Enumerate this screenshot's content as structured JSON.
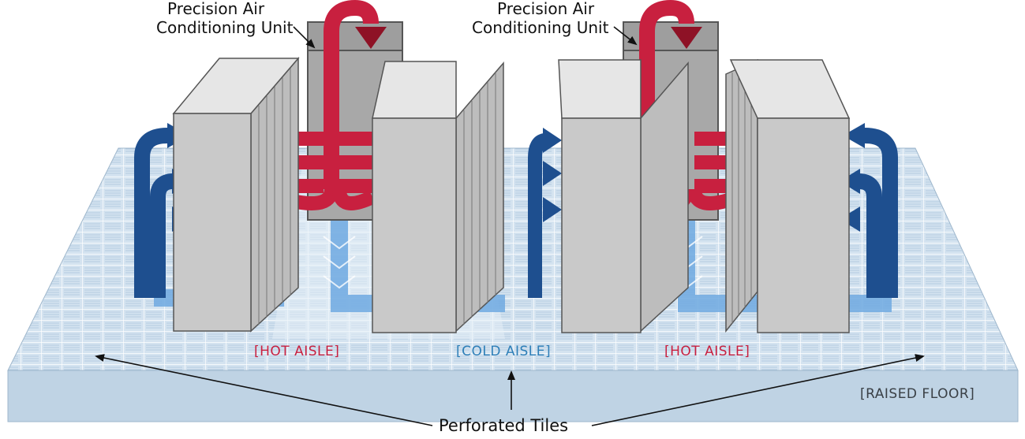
{
  "labels": {
    "ac_unit_left_line1": "Precision Air",
    "ac_unit_left_line2": "Conditioning Unit",
    "ac_unit_right_line1": "Precision Air",
    "ac_unit_right_line2": "Conditioning Unit",
    "hot_aisle_left": "[HOT AISLE]",
    "cold_aisle": "[COLD AISLE]",
    "hot_aisle_right": "[HOT AISLE]",
    "raised_floor": "[RAISED FLOOR]",
    "perforated_tiles": "Perforated Tiles"
  },
  "colors": {
    "hot_air": "#c8203f",
    "hot_air_dark": "#8e1226",
    "cold_air": "#1e4f8f",
    "floor_air": "#6fa9e0",
    "rack_front": "#c9c9c9",
    "rack_top": "#e6e6e6",
    "floor_top": "#d4e3f0",
    "floor_edge": "#b7cde0"
  }
}
